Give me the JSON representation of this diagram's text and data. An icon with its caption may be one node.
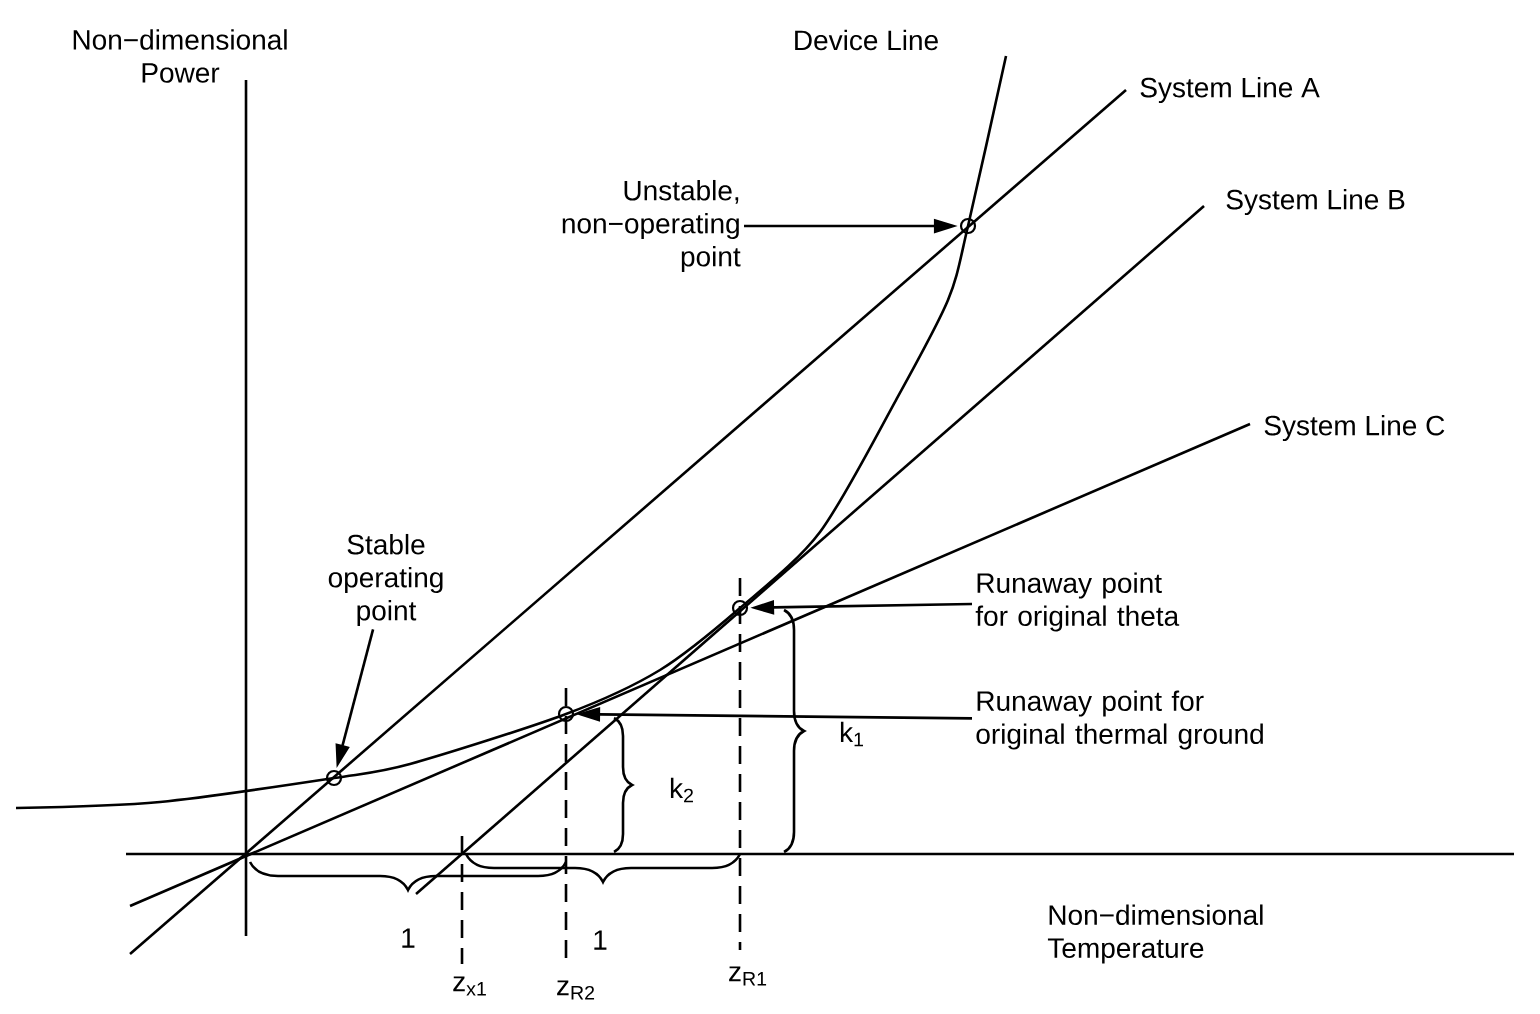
{
  "diagram": {
    "nodes": [
      {
        "text": [
          "Stable operating point"
        ]
      },
      {
        "text": [],
        "shape": "circle"
      },
      {
        "text": [
          "Unstable, non−operating point"
        ]
      },
      {
        "text": [],
        "shape": "circle"
      },
      {
        "text": [
          "Runaway point for original theta"
        ]
      },
      {
        "text": [],
        "shape": "circle"
      },
      {
        "text": [
          "Runaway point for original thermal ground"
        ]
      },
      {
        "text": [],
        "shape": "circle"
      }
    ],
    "edges": [
      {
        "from": 0,
        "to": 1,
        "arrow": "to"
      },
      {
        "from": 2,
        "to": 3,
        "arrow": "to"
      },
      {
        "from": 4,
        "to": 5,
        "arrow": "to"
      },
      {
        "from": 6,
        "to": 7,
        "arrow": "to"
      }
    ],
    "labels": [
      "Non−dimensional Power",
      "Device Line",
      "System Line A",
      "System Line B",
      "System Line C",
      "k$_{2}$",
      "k$_{1}$",
      "Non−dimensional Temperature",
      "1",
      "1",
      "z$_{x1}$",
      "z$_{R2}$",
      "z$_{R1}$"
    ]
  }
}
